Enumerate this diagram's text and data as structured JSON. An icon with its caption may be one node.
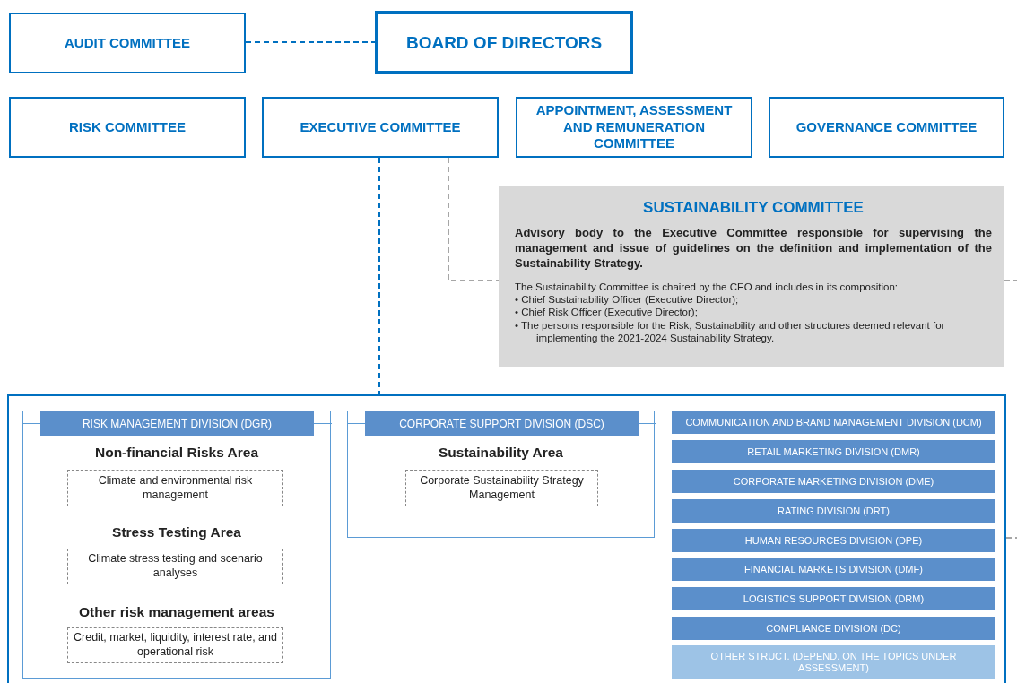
{
  "diagram": {
    "nodes": [
      {
        "text": [
          "AUDIT COMMITTEE"
        ]
      },
      {
        "text": [
          "BOARD OF DIRECTORS"
        ]
      },
      {
        "text": [
          "RISK COMMITTEE"
        ]
      },
      {
        "text": [
          "EXECUTIVE COMMITTEE"
        ]
      },
      {
        "text": [
          "APPOINTMENT, ASSESSMENT AND REMUNERATION COMMITTEE"
        ]
      },
      {
        "text": [
          "GOVERNANCE COMMITTEE"
        ]
      },
      {
        "text": [
          "SUSTAINABILITY COMMITTEE",
          "Advisory body to the Executive Committee responsible for supervising the management and issue of guidelines on the definition and implementation of the Sustainability Strategy.",
          "The Sustainability Committee is chaired by the CEO and includes in its composition:",
          "• Chief Sustainability Officer (Executive Director);",
          "• Chief Risk Officer (Executive Director);",
          "• The persons responsible for the Risk, Sustainability and other structures deemed relevant for implementing the 2021-2024 Sustainability Strategy."
        ]
      },
      {
        "text": [],
        "shape": "box"
      },
      {
        "text": [
          "RISK MANAGEMENT DIVISION (DGR)",
          "Non-financial Risks Area",
          "Stress Testing Area",
          "Other risk management areas"
        ],
        "in": 7
      },
      {
        "text": [
          "Climate and environmental risk management"
        ],
        "in": 8
      },
      {
        "text": [
          "Climate stress testing and scenario analyses"
        ],
        "in": 8
      },
      {
        "text": [
          "Credit, market, liquidity, interest rate, and operational risk"
        ],
        "in": 8
      },
      {
        "text": [
          "CORPORATE SUPPORT DIVISION (DSC)",
          "Sustainability Area"
        ],
        "in": 7
      },
      {
        "text": [
          "Corporate Sustainability Strategy Management"
        ],
        "in": 12
      },
      {
        "text": [
          "COMMUNICATION AND BRAND MANAGEMENT DIVISION (DCM)"
        ],
        "in": 7
      },
      {
        "text": [
          "RETAIL MARKETING DIVISION (DMR)"
        ],
        "in": 7
      },
      {
        "text": [
          "CORPORATE MARKETING DIVISION (DME)"
        ],
        "in": 7
      },
      {
        "text": [
          "RATING DIVISION (DRT)"
        ],
        "in": 7
      },
      {
        "text": [
          "HUMAN RESOURCES DIVISION (DPE)"
        ],
        "in": 7
      },
      {
        "text": [
          "FINANCIAL MARKETS DIVISION (DMF)"
        ],
        "in": 7
      },
      {
        "text": [
          "LOGISTICS SUPPORT DIVISION (DRM)"
        ],
        "in": 7
      },
      {
        "text": [
          "COMPLIANCE DIVISION (DC)"
        ],
        "in": 7
      },
      {
        "text": [
          "OTHER STRUCT. (DEPEND. ON THE TOPICS UNDER ASSESSMENT)"
        ],
        "in": 7
      }
    ],
    "edges": [
      {
        "from": 0,
        "to": 1,
        "arrow": "none",
        "style": "dashed",
        "color": "#0070c0"
      },
      {
        "from": 3,
        "to": 7,
        "arrow": "none",
        "style": "dashed",
        "color": "#0070c0"
      },
      {
        "from": 3,
        "to": 6,
        "arrow": "none",
        "style": "dashed",
        "color": "#a6a6a6"
      },
      {
        "from": 6,
        "to": null,
        "arrow": "none",
        "style": "dashed",
        "color": "#a6a6a6"
      },
      {
        "from": 7,
        "to": null,
        "arrow": "none",
        "style": "dashed",
        "color": "#a6a6a6"
      }
    ]
  }
}
